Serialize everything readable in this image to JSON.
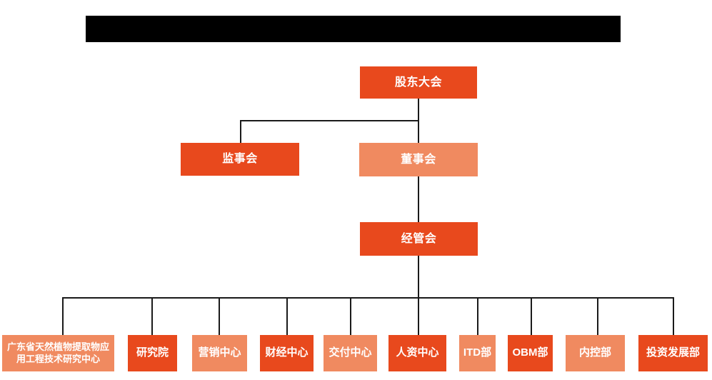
{
  "colors": {
    "primary_dark": "#e8491d",
    "primary_light": "#f08a60",
    "text_color": "#ffffff",
    "line_color": "#1a1a1a",
    "redaction_color": "#000000",
    "page_bg": "#ffffff"
  },
  "nodes": {
    "shareholders": "股东大会",
    "supervisory": "监事会",
    "board": "董事会",
    "management": "经管会"
  },
  "departments": [
    {
      "label": "广东省天然植物提取物应用工程技术研究中心",
      "line1": "广东省天然植物提取物应",
      "line2": "用工程技术研究中心",
      "variant": "light"
    },
    {
      "label": "研究院",
      "variant": "dark"
    },
    {
      "label": "营销中心",
      "variant": "light"
    },
    {
      "label": "财经中心",
      "variant": "dark"
    },
    {
      "label": "交付中心",
      "variant": "light"
    },
    {
      "label": "人资中心",
      "variant": "dark"
    },
    {
      "label": "ITD部",
      "variant": "light"
    },
    {
      "label": "OBM部",
      "variant": "dark"
    },
    {
      "label": "内控部",
      "variant": "light"
    },
    {
      "label": "投资发展部",
      "variant": "dark"
    }
  ]
}
